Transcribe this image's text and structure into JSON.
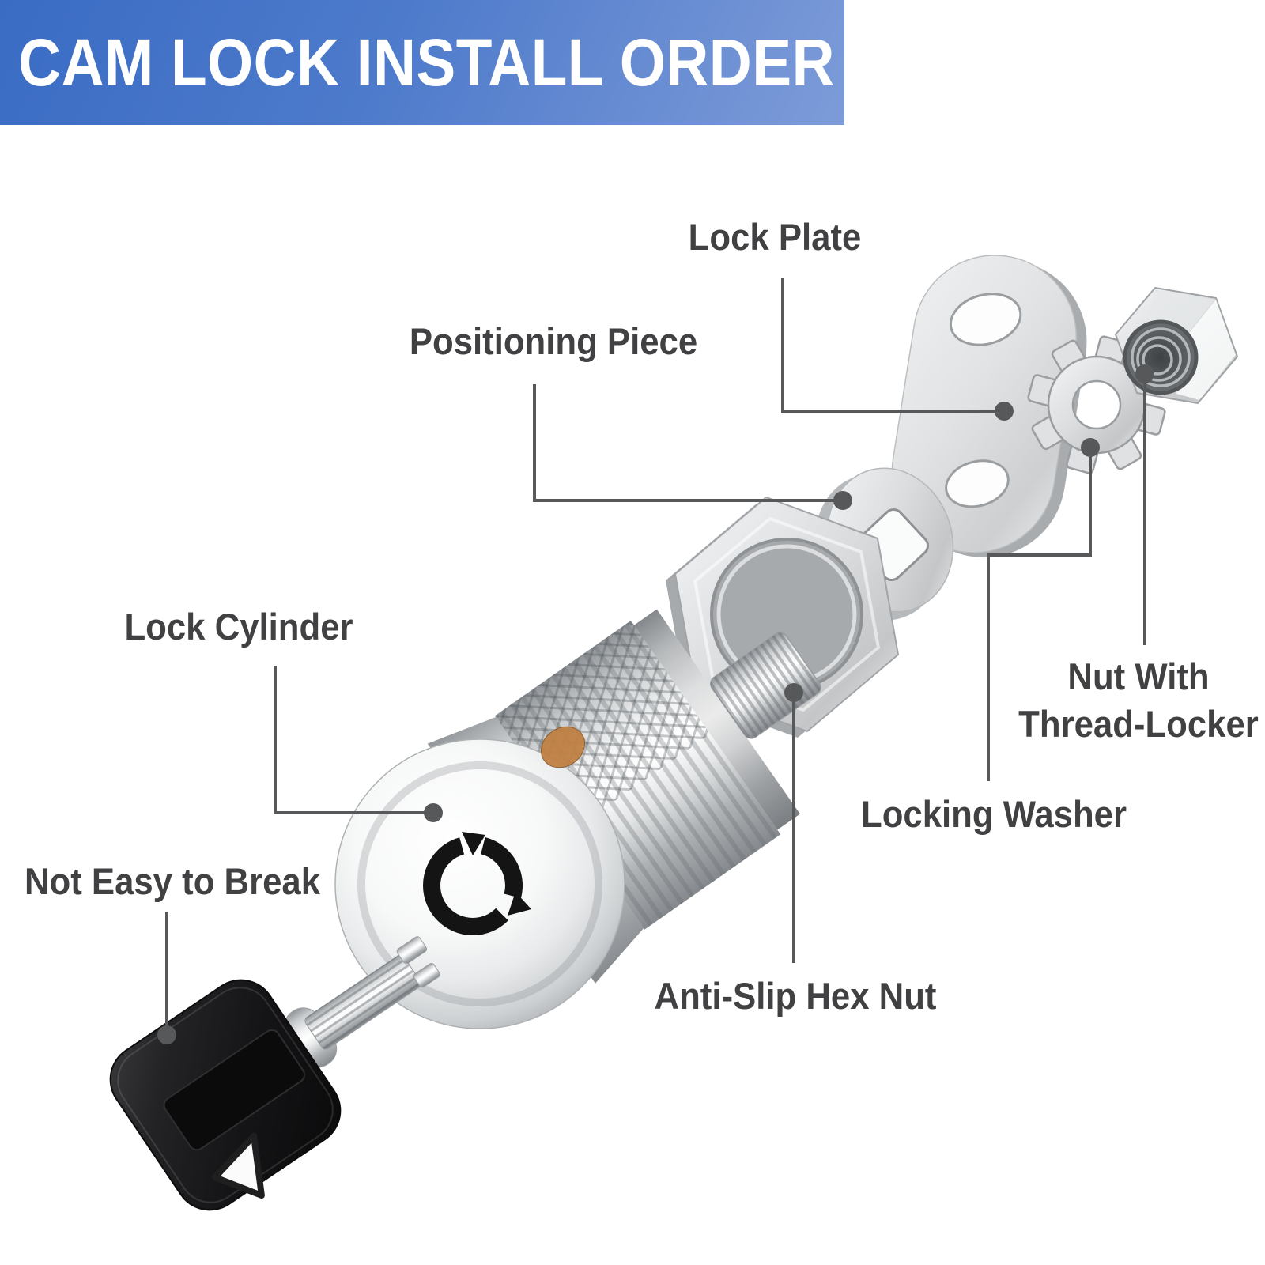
{
  "banner": {
    "title": "CAM LOCK INSTALL ORDER"
  },
  "labels": {
    "lock_plate": "Lock Plate",
    "positioning_piece": "Positioning Piece",
    "lock_cylinder": "Lock Cylinder",
    "not_easy_to_break": "Not Easy to Break",
    "nut_line1": "Nut With",
    "nut_line2": "Thread-Locker",
    "locking_washer": "Locking Washer",
    "anti_slip_hex_nut": "Anti-Slip Hex Nut"
  },
  "colors": {
    "banner_gradient_start": "#3a6cc4",
    "banner_gradient_end": "#7d9bd8",
    "banner_text": "#ffffff",
    "label_text": "#414042",
    "leader_line": "#57585a",
    "key_plastic": "#1a1a1c",
    "metal_light": "#f2f3f4",
    "metal_dark": "#85898d",
    "indicator_dot": "#c08144"
  }
}
